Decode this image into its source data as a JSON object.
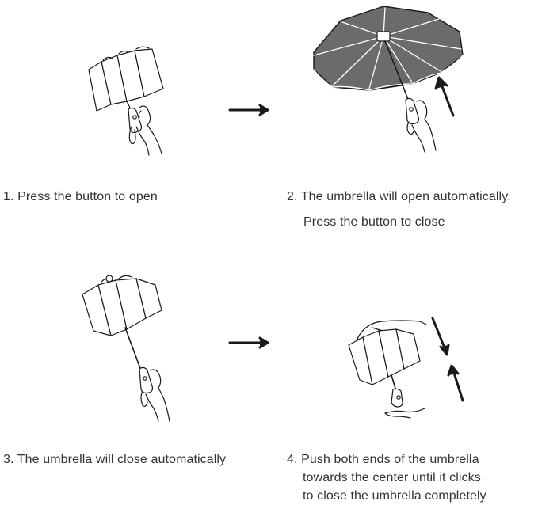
{
  "steps": [
    {
      "number": "1",
      "text": "1. Press the button to open"
    },
    {
      "number": "2",
      "text_line1": "2. The umbrella will open automatically.",
      "text_line2": "Press the button to close"
    },
    {
      "number": "3",
      "text": "3. The umbrella will close automatically"
    },
    {
      "number": "4",
      "text_line1": "4. Push both ends of the umbrella",
      "text_line2": "towards the center until it clicks",
      "text_line3": "to close the umbrella completely"
    }
  ],
  "colors": {
    "line": "#1a1a1a",
    "canopy_fill": "#6b6b6b",
    "text": "#333333",
    "background": "#ffffff"
  },
  "icons": [
    "arrow-right-icon",
    "arrow-up-icon",
    "arrow-down-icon"
  ]
}
